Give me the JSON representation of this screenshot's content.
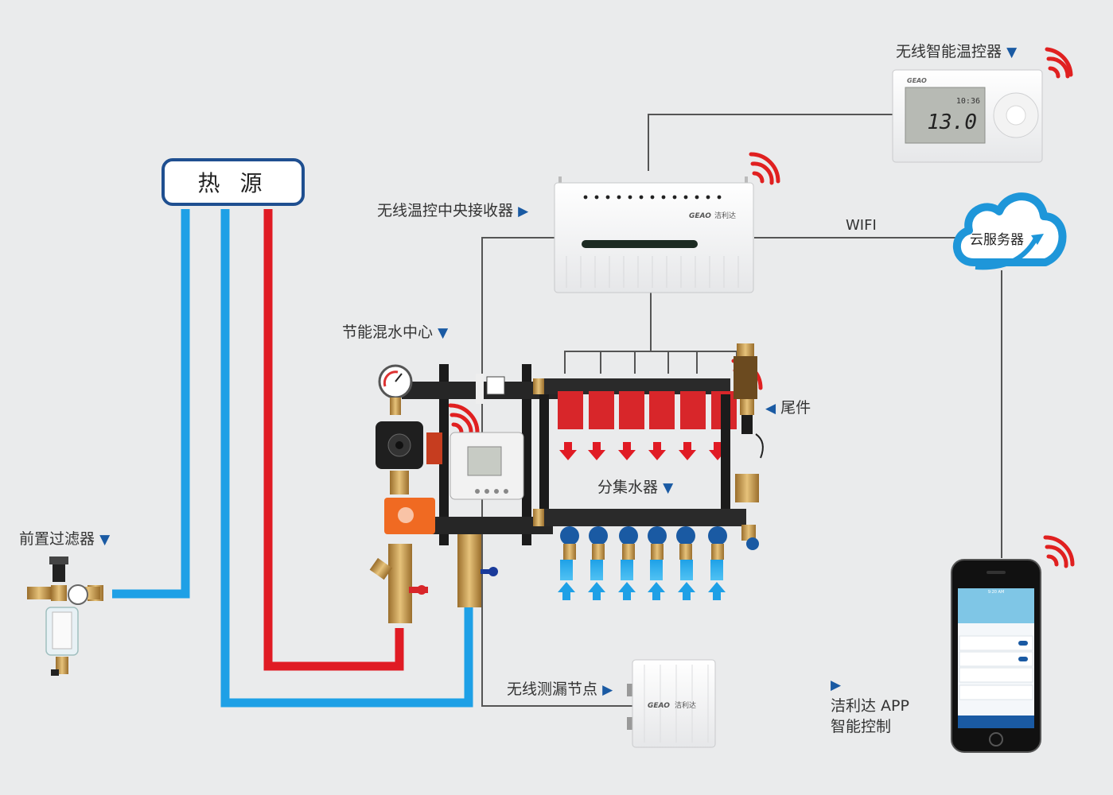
{
  "heat_source": "热 源",
  "labels": {
    "thermostat": "无线智能温控器",
    "receiver": "无线温控中央接收器",
    "mixing_center": "节能混水中心",
    "tail_piece": "尾件",
    "manifold": "分集水器",
    "pre_filter": "前置过滤器",
    "leak_node": "无线测漏节点",
    "app_line1": "洁利达 APP",
    "app_line2": "智能控制",
    "wifi": "WIFI",
    "cloud": "云服务器"
  },
  "brand": {
    "logo_mark": "GEAO",
    "logo_cn": "洁利达"
  },
  "thermostat_display": {
    "temperature": "13.0",
    "clock": "10:36"
  },
  "phone_status_time": "9:20 AM",
  "colors": {
    "background": "#eaebec",
    "hot_pipe": "#e01b24",
    "cold_pipe": "#1ea0e6",
    "accent_blue": "#1a5aa3",
    "signal_red": "#e02020",
    "valve_red": "#d8262a",
    "pump_orange": "#f06a22"
  }
}
